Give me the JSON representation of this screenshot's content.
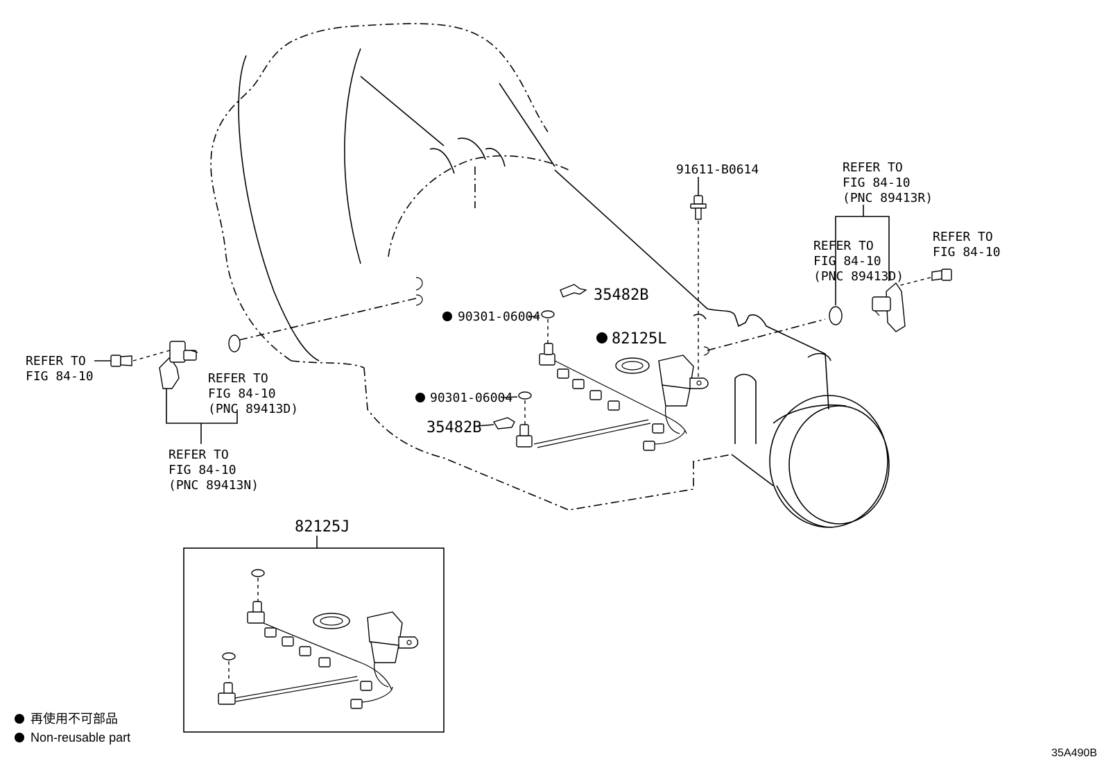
{
  "parts": {
    "bolt_top": "91611-B0614",
    "clip_upper": "35482B",
    "clip_lower": "35482B",
    "oring_upper": "90301-06004",
    "oring_lower": "90301-06004",
    "gasket": "82125L",
    "harness_assy": "82125J"
  },
  "refs": {
    "left_bolt": [
      "REFER TO",
      "FIG 84-10"
    ],
    "left_oring": [
      "REFER TO",
      "FIG 84-10",
      "(PNC 89413D)"
    ],
    "left_sensor": [
      "REFER TO",
      "FIG 84-10",
      "(PNC 89413N)"
    ],
    "right_sensor": [
      "REFER TO",
      "FIG 84-10",
      "(PNC 89413R)"
    ],
    "right_oring": [
      "REFER TO",
      "FIG 84-10",
      "(PNC 89413D)"
    ],
    "right_bolt": [
      "REFER TO",
      "FIG 84-10"
    ]
  },
  "legend": {
    "jp": "再使用不可部品",
    "en": "Non-reusable part"
  },
  "figure_code": "35A490B"
}
